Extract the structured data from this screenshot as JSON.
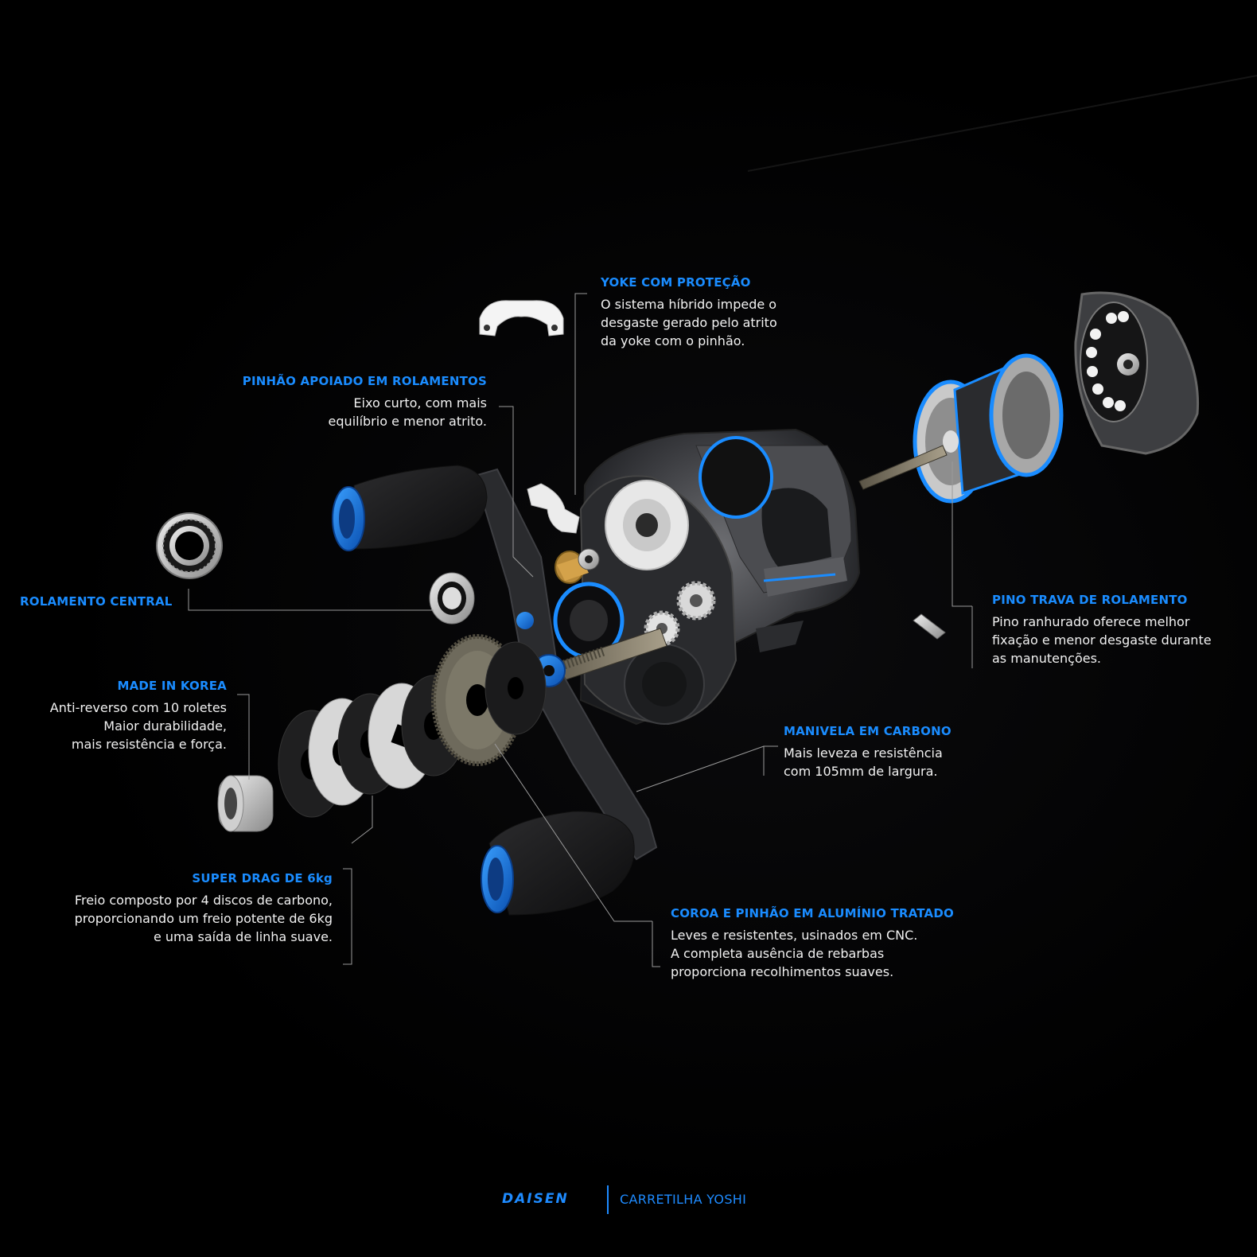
{
  "colors": {
    "background": "#000000",
    "accent_blue": "#1a8cff",
    "text": "#f2f2f2",
    "leader_lines": "#9a9a9a"
  },
  "callouts": {
    "yoke": {
      "title": "YOKE COM PROTEÇÃO",
      "lines": [
        "O sistema híbrido impede o",
        "desgaste gerado pelo atrito",
        "da yoke com o pinhão."
      ]
    },
    "pinhao": {
      "title": "PINHÃO APOIADO EM ROLAMENTOS",
      "lines": [
        "Eixo curto, com mais",
        "equilíbrio e menor atrito."
      ]
    },
    "rolamento": {
      "title": "ROLAMENTO CENTRAL",
      "lines": []
    },
    "korea": {
      "title": "MADE IN KOREA",
      "lines": [
        "Anti-reverso com 10 roletes",
        "Maior durabilidade,",
        "mais resistência e força."
      ]
    },
    "drag": {
      "title": "SUPER DRAG DE 6kg",
      "lines": [
        "Freio composto por 4 discos de carbono,",
        "proporcionando um freio potente de 6kg",
        "e uma saída de linha suave."
      ]
    },
    "pino": {
      "title": "PINO TRAVA DE ROLAMENTO",
      "lines": [
        "Pino ranhurado oferece melhor",
        "fixação e menor desgaste durante",
        "as manutenções."
      ]
    },
    "manivela": {
      "title": "MANIVELA EM CARBONO",
      "lines": [
        "Mais leveza e resistência",
        "com  105mm de largura."
      ]
    },
    "coroa": {
      "title": "COROA E PINHÃO EM ALUMÍNIO TRATADO",
      "lines": [
        "Leves e resistentes, usinados em CNC.",
        "A completa ausência de rebarbas",
        "proporciona recolhimentos suaves."
      ]
    }
  },
  "footer": {
    "brand": "DAISEN",
    "product": "CARRETILHA YOSHI"
  }
}
